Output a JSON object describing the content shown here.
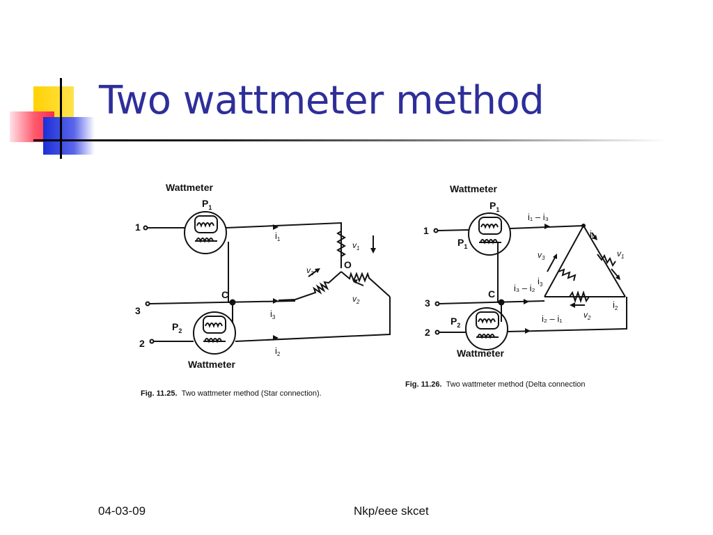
{
  "slide": {
    "title": "Two wattmeter method",
    "footer_date": "04-03-09",
    "footer_author": "Nkp/eee skcet"
  },
  "star": {
    "wattmeter_top": "Wattmeter",
    "wattmeter_bottom": "Wattmeter",
    "p1": "P",
    "p1_sub": "1",
    "p2": "P",
    "p2_sub": "2",
    "line1": "1",
    "line3": "3",
    "line2": "2",
    "node_c": "C",
    "node_o": "O",
    "i1": "i",
    "i1_sub": "1",
    "i3": "i",
    "i3_sub": "3",
    "i2": "i",
    "i2_sub": "2",
    "v1": "v",
    "v1_sub": "1",
    "v2": "v",
    "v2_sub": "2",
    "v3": "v",
    "v3_sub": "3",
    "caption_fig": "Fig. 11.25.",
    "caption_text": "Two wattmeter method (Star connection)."
  },
  "delta": {
    "wattmeter_top": "Wattmeter",
    "wattmeter_bottom": "Wattmeter",
    "p1": "P",
    "p1_sub": "1",
    "p1_left": "P",
    "p1_left_sub": "1",
    "p2": "P",
    "p2_sub": "2",
    "line1": "1",
    "line3": "3",
    "line2": "2",
    "node_c": "C",
    "i1_minus_i3": "i₁ – i₃",
    "i3_minus_i2": "i₃ – i₂",
    "i2_minus_i1": "i₂ – i₁",
    "iL": "i",
    "iL_sub": "L",
    "i2": "i",
    "i2_sub": "2",
    "i3": "i",
    "i3_sub": "3",
    "v1": "v",
    "v1_sub": "1",
    "v2": "v",
    "v2_sub": "2",
    "v3": "v",
    "v3_sub": "3",
    "caption_fig": "Fig. 11.26.",
    "caption_text": "Two wattmeter method (Delta connection"
  }
}
